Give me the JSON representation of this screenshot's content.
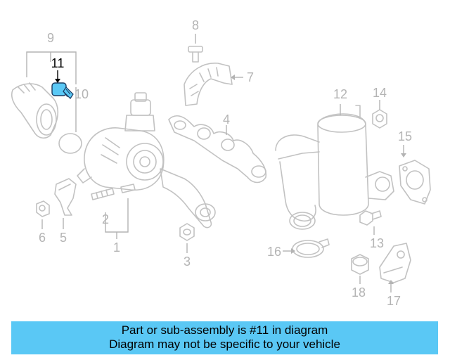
{
  "diagram": {
    "highlight_color": "#5ac8f5",
    "callouts": {
      "c1": "1",
      "c2": "2",
      "c3": "3",
      "c4": "4",
      "c5": "5",
      "c6": "6",
      "c7": "7",
      "c8": "8",
      "c9": "9",
      "c10": "10",
      "c11": "11",
      "c12": "12",
      "c13": "13",
      "c14": "14",
      "c15": "15",
      "c16": "16",
      "c17": "17",
      "c18": "18"
    },
    "highlighted_part": "11"
  },
  "banner": {
    "line1": "Part or sub-assembly is #11 in diagram",
    "line2": "Diagram may not be specific to your vehicle"
  }
}
